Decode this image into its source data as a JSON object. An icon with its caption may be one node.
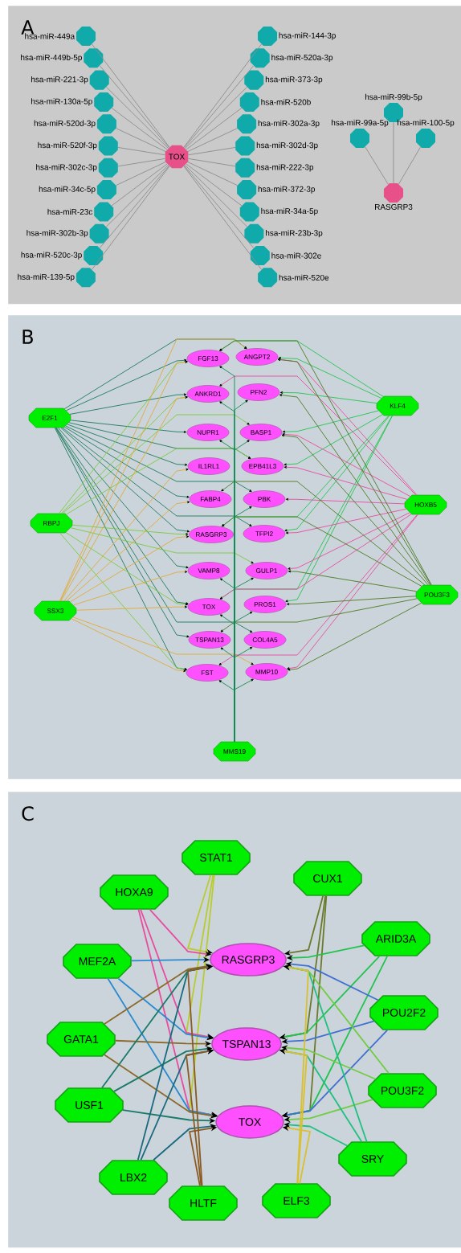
{
  "diagram": {
    "nodes": [
      {
        "text": [
          "A"
        ]
      },
      {
        "text": [
          "TOX"
        ],
        "in": 0
      },
      {
        "text": [
          "hsa-miR-144-3p"
        ],
        "in": 0
      },
      {
        "text": [
          "hsa-miR-449a"
        ],
        "in": 0
      },
      {
        "text": [
          "hsa-miR-520a-3p"
        ],
        "in": 0
      },
      {
        "text": [
          "hsa-miR-449b-5p"
        ],
        "in": 0
      },
      {
        "text": [
          "hsa-miR-373-3p"
        ],
        "in": 0
      },
      {
        "text": [
          "hsa-miR-221-3p"
        ],
        "in": 0
      },
      {
        "text": [
          "hsa-miR-130a-5p"
        ],
        "in": 0
      },
      {
        "text": [
          "hsa-miR-520b"
        ],
        "in": 0
      },
      {
        "text": [
          "hsa-miR-520d-3p"
        ],
        "in": 0
      },
      {
        "text": [
          "hsa-miR-520f-3p"
        ],
        "in": 0
      },
      {
        "text": [
          "hsa-miR-302a-3p"
        ],
        "in": 0
      },
      {
        "text": [
          "hsa-miR-302d-3p"
        ],
        "in": 0
      },
      {
        "text": [
          "hsa-miR-302c-3p"
        ],
        "in": 0
      },
      {
        "text": [
          "hsa-miR-222-3p"
        ],
        "in": 0
      },
      {
        "text": [
          "hsa-miR-34c-5p"
        ],
        "in": 0
      },
      {
        "text": [
          "hsa-miR-372-3p"
        ],
        "in": 0
      },
      {
        "text": [
          "hsa-miR-23c"
        ],
        "in": 0
      },
      {
        "text": [
          "hsa-miR-302b-3p"
        ],
        "in": 0
      },
      {
        "text": [
          "hsa-miR-34a-5p"
        ],
        "in": 0
      },
      {
        "text": [
          "hsa-miR-23b-3p"
        ],
        "in": 0
      },
      {
        "text": [
          "hsa-miR-520c-3p"
        ],
        "in": 0
      },
      {
        "text": [
          "hsa-miR-139-5p"
        ],
        "in": 0
      },
      {
        "text": [
          "hsa-miR-302e"
        ],
        "in": 0
      },
      {
        "text": [
          "hsa-miR-520e"
        ],
        "in": 0
      },
      {
        "text": [
          "RASGRP3"
        ],
        "in": 0
      },
      {
        "text": [
          "hsa-miR-99b-5p"
        ],
        "in": 0
      },
      {
        "text": [
          "hsa-miR-99a-5p"
        ],
        "in": 0
      },
      {
        "text": [
          "hsa-miR-100-5p"
        ],
        "in": 0
      },
      {
        "text": [
          "B"
        ]
      },
      {
        "text": [
          "FGF13"
        ],
        "in": 30
      },
      {
        "text": [
          "ANGPT2"
        ],
        "in": 30
      },
      {
        "text": [
          "ANKRD1"
        ],
        "in": 30
      },
      {
        "text": [
          "PFN2"
        ],
        "in": 30
      },
      {
        "text": [
          "KLF4"
        ],
        "in": 30
      },
      {
        "text": [
          "E2F1"
        ],
        "in": 30
      },
      {
        "text": [
          "NUPR1"
        ],
        "in": 30
      },
      {
        "text": [
          "BASP1"
        ],
        "in": 30
      },
      {
        "text": [
          "IL1RL1"
        ],
        "in": 30
      },
      {
        "text": [
          "EPB41L3"
        ],
        "in": 30
      },
      {
        "text": [
          "FABP4"
        ],
        "in": 30
      },
      {
        "text": [
          "PBK"
        ],
        "in": 30
      },
      {
        "text": [
          "HOXB5"
        ],
        "in": 30
      },
      {
        "text": [
          "RBPJ"
        ],
        "in": 30
      },
      {
        "text": [
          "RASGRP3"
        ],
        "in": 30
      },
      {
        "text": [
          "TFPI2"
        ],
        "in": 30
      },
      {
        "text": [
          "VAMP8"
        ],
        "in": 30
      },
      {
        "text": [
          "GULP1"
        ],
        "in": 30
      },
      {
        "text": [
          "POU3F3"
        ],
        "in": 30
      },
      {
        "text": [
          "TOX"
        ],
        "in": 30
      },
      {
        "text": [
          "PROS1"
        ],
        "in": 30
      },
      {
        "text": [
          "SSX3"
        ],
        "in": 30
      },
      {
        "text": [
          "TSPAN13"
        ],
        "in": 30
      },
      {
        "text": [
          "COL4A5"
        ],
        "in": 30
      },
      {
        "text": [
          "FST"
        ],
        "in": 30
      },
      {
        "text": [
          "MMP10"
        ],
        "in": 30
      },
      {
        "text": [
          "MMS19"
        ],
        "in": 30
      },
      {
        "text": [
          "C"
        ]
      },
      {
        "text": [
          "STAT1"
        ],
        "in": 58
      },
      {
        "text": [
          "CUX1"
        ],
        "in": 58
      },
      {
        "text": [
          "HOXA9"
        ],
        "in": 58
      },
      {
        "text": [
          "ARID3A"
        ],
        "in": 58
      },
      {
        "text": [
          "RASGRP3"
        ],
        "in": 58
      },
      {
        "text": [
          "MEF2A"
        ],
        "in": 58
      },
      {
        "text": [
          "POU2F2"
        ],
        "in": 58
      },
      {
        "text": [
          "GATA1"
        ],
        "in": 58
      },
      {
        "text": [
          "TSPAN13"
        ],
        "in": 58
      },
      {
        "text": [
          "POU3F2"
        ],
        "in": 58
      },
      {
        "text": [
          "USF1"
        ],
        "in": 58
      },
      {
        "text": [
          "TOX"
        ],
        "in": 58
      },
      {
        "text": [
          "SRY"
        ],
        "in": 58
      },
      {
        "text": [
          "LBX2"
        ],
        "in": 58
      },
      {
        "text": [
          "ELF3"
        ],
        "in": 58
      },
      {
        "text": [
          "HLTF"
        ],
        "in": 58
      }
    ],
    "edges": [
      {
        "from": 1,
        "to": 2,
        "arrow": "none"
      },
      {
        "from": 1,
        "to": 3,
        "arrow": "none"
      },
      {
        "from": 1,
        "to": 4,
        "arrow": "none"
      },
      {
        "from": 1,
        "to": 5,
        "arrow": "none"
      },
      {
        "from": 1,
        "to": 6,
        "arrow": "none"
      },
      {
        "from": 1,
        "to": 7,
        "arrow": "none"
      },
      {
        "from": 1,
        "to": 8,
        "arrow": "none"
      },
      {
        "from": 1,
        "to": 9,
        "arrow": "none"
      },
      {
        "from": 1,
        "to": 10,
        "arrow": "none"
      },
      {
        "from": 1,
        "to": 11,
        "arrow": "none"
      },
      {
        "from": 1,
        "to": 12,
        "arrow": "none"
      },
      {
        "from": 1,
        "to": 13,
        "arrow": "none"
      },
      {
        "from": 1,
        "to": 14,
        "arrow": "none"
      },
      {
        "from": 1,
        "to": 15,
        "arrow": "none"
      },
      {
        "from": 1,
        "to": 16,
        "arrow": "none"
      },
      {
        "from": 1,
        "to": 17,
        "arrow": "none"
      },
      {
        "from": 1,
        "to": 18,
        "arrow": "none"
      },
      {
        "from": 1,
        "to": 19,
        "arrow": "none"
      },
      {
        "from": 1,
        "to": 20,
        "arrow": "none"
      },
      {
        "from": 1,
        "to": 21,
        "arrow": "none"
      },
      {
        "from": 1,
        "to": 22,
        "arrow": "none"
      },
      {
        "from": 1,
        "to": 23,
        "arrow": "none"
      },
      {
        "from": 1,
        "to": 24,
        "arrow": "none"
      },
      {
        "from": 1,
        "to": 25,
        "arrow": "none"
      },
      {
        "from": 26,
        "to": 27,
        "arrow": "none"
      },
      {
        "from": 26,
        "to": 28,
        "arrow": "none"
      },
      {
        "from": 26,
        "to": 29,
        "arrow": "none"
      },
      {
        "from": 36,
        "to": 31,
        "arrow": "to",
        "color": "#1d7a5e"
      },
      {
        "from": 36,
        "to": 32,
        "arrow": "to",
        "color": "#1d7a5e"
      },
      {
        "from": 36,
        "to": 33,
        "arrow": "to",
        "color": "#1d7a5e"
      },
      {
        "from": 36,
        "to": 37,
        "arrow": "to",
        "color": "#1d7a5e"
      },
      {
        "from": 36,
        "to": 39,
        "arrow": "to",
        "color": "#1d7a5e"
      },
      {
        "from": 36,
        "to": 40,
        "arrow": "to",
        "color": "#1d7a5e"
      },
      {
        "from": 36,
        "to": 41,
        "arrow": "to",
        "color": "#1d7a5e"
      },
      {
        "from": 36,
        "to": 42,
        "arrow": "to",
        "color": "#1d7a5e"
      },
      {
        "from": 36,
        "to": 45,
        "arrow": "to",
        "color": "#1d7a5e"
      },
      {
        "from": 36,
        "to": 46,
        "arrow": "to",
        "color": "#1d7a5e"
      },
      {
        "from": 36,
        "to": 47,
        "arrow": "to",
        "color": "#1d7a5e"
      },
      {
        "from": 36,
        "to": 50,
        "arrow": "to",
        "color": "#1d7a5e"
      },
      {
        "from": 36,
        "to": 53,
        "arrow": "to",
        "color": "#1d7a5e"
      },
      {
        "from": 36,
        "to": 54,
        "arrow": "to",
        "color": "#1d7a5e"
      },
      {
        "from": 36,
        "to": 55,
        "arrow": "to",
        "color": "#1d7a5e"
      },
      {
        "from": 44,
        "to": 31,
        "arrow": "to",
        "color": "#78cc3c"
      },
      {
        "from": 44,
        "to": 33,
        "arrow": "to",
        "color": "#78cc3c"
      },
      {
        "from": 44,
        "to": 38,
        "arrow": "to",
        "color": "#78cc3c"
      },
      {
        "from": 44,
        "to": 40,
        "arrow": "to",
        "color": "#78cc3c"
      },
      {
        "from": 44,
        "to": 45,
        "arrow": "to",
        "color": "#78cc3c"
      },
      {
        "from": 44,
        "to": 48,
        "arrow": "to",
        "color": "#78cc3c"
      },
      {
        "from": 44,
        "to": 50,
        "arrow": "to",
        "color": "#78cc3c"
      },
      {
        "from": 44,
        "to": 55,
        "arrow": "to",
        "color": "#78cc3c"
      },
      {
        "from": 52,
        "to": 31,
        "arrow": "to",
        "color": "#e0aa3a"
      },
      {
        "from": 52,
        "to": 32,
        "arrow": "to",
        "color": "#e0aa3a"
      },
      {
        "from": 52,
        "to": 33,
        "arrow": "to",
        "color": "#e0aa3a"
      },
      {
        "from": 52,
        "to": 39,
        "arrow": "to",
        "color": "#e0aa3a"
      },
      {
        "from": 52,
        "to": 41,
        "arrow": "to",
        "color": "#e0aa3a"
      },
      {
        "from": 52,
        "to": 45,
        "arrow": "to",
        "color": "#e0aa3a"
      },
      {
        "from": 52,
        "to": 47,
        "arrow": "to",
        "color": "#e0aa3a"
      },
      {
        "from": 52,
        "to": 50,
        "arrow": "to",
        "color": "#e0aa3a"
      },
      {
        "from": 52,
        "to": 55,
        "arrow": "to",
        "color": "#e0aa3a"
      },
      {
        "from": 52,
        "to": 56,
        "arrow": "to",
        "color": "#e0aa3a"
      },
      {
        "from": 35,
        "to": 31,
        "arrow": "to",
        "color": "#22c450"
      },
      {
        "from": 35,
        "to": 32,
        "arrow": "to",
        "color": "#22c450"
      },
      {
        "from": 35,
        "to": 34,
        "arrow": "to",
        "color": "#22c450"
      },
      {
        "from": 35,
        "to": 38,
        "arrow": "to",
        "color": "#22c450"
      },
      {
        "from": 35,
        "to": 40,
        "arrow": "to",
        "color": "#22c450"
      },
      {
        "from": 35,
        "to": 45,
        "arrow": "to",
        "color": "#22c450"
      },
      {
        "from": 35,
        "to": 46,
        "arrow": "to",
        "color": "#22c450"
      },
      {
        "from": 35,
        "to": 50,
        "arrow": "to",
        "color": "#22c450"
      },
      {
        "from": 35,
        "to": 51,
        "arrow": "to",
        "color": "#22c450"
      },
      {
        "from": 43,
        "to": 32,
        "arrow": "to",
        "color": "#e84ca0"
      },
      {
        "from": 43,
        "to": 33,
        "arrow": "to",
        "color": "#e84ca0"
      },
      {
        "from": 43,
        "to": 38,
        "arrow": "to",
        "color": "#e84ca0"
      },
      {
        "from": 43,
        "to": 40,
        "arrow": "to",
        "color": "#e84ca0"
      },
      {
        "from": 43,
        "to": 42,
        "arrow": "to",
        "color": "#e84ca0"
      },
      {
        "from": 43,
        "to": 46,
        "arrow": "to",
        "color": "#e84ca0"
      },
      {
        "from": 43,
        "to": 48,
        "arrow": "to",
        "color": "#e84ca0"
      },
      {
        "from": 43,
        "to": 50,
        "arrow": "to",
        "color": "#e84ca0"
      },
      {
        "from": 43,
        "to": 55,
        "arrow": "to",
        "color": "#e84ca0"
      },
      {
        "from": 43,
        "to": 56,
        "arrow": "to",
        "color": "#e84ca0"
      },
      {
        "from": 49,
        "to": 31,
        "arrow": "to",
        "color": "#4a7a22"
      },
      {
        "from": 49,
        "to": 32,
        "arrow": "to",
        "color": "#4a7a22"
      },
      {
        "from": 49,
        "to": 34,
        "arrow": "to",
        "color": "#4a7a22"
      },
      {
        "from": 49,
        "to": 38,
        "arrow": "to",
        "color": "#4a7a22"
      },
      {
        "from": 49,
        "to": 41,
        "arrow": "to",
        "color": "#4a7a22"
      },
      {
        "from": 49,
        "to": 45,
        "arrow": "to",
        "color": "#4a7a22"
      },
      {
        "from": 49,
        "to": 48,
        "arrow": "to",
        "color": "#4a7a22"
      },
      {
        "from": 49,
        "to": 51,
        "arrow": "to",
        "color": "#4a7a22"
      },
      {
        "from": 49,
        "to": 53,
        "arrow": "to",
        "color": "#4a7a22"
      },
      {
        "from": 49,
        "to": 56,
        "arrow": "to",
        "color": "#4a7a22"
      },
      {
        "from": 57,
        "to": 31,
        "arrow": "to",
        "color": "#108a50"
      },
      {
        "from": 57,
        "to": 33,
        "arrow": "to",
        "color": "#108a50"
      },
      {
        "from": 57,
        "to": 34,
        "arrow": "to",
        "color": "#108a50"
      },
      {
        "from": 57,
        "to": 37,
        "arrow": "to",
        "color": "#108a50"
      },
      {
        "from": 57,
        "to": 38,
        "arrow": "to",
        "color": "#108a50"
      },
      {
        "from": 57,
        "to": 42,
        "arrow": "to",
        "color": "#108a50"
      },
      {
        "from": 57,
        "to": 47,
        "arrow": "to",
        "color": "#108a50"
      },
      {
        "from": 57,
        "to": 48,
        "arrow": "to",
        "color": "#108a50"
      },
      {
        "from": 57,
        "to": 50,
        "arrow": "to",
        "color": "#108a50"
      },
      {
        "from": 57,
        "to": 51,
        "arrow": "to",
        "color": "#108a50"
      },
      {
        "from": 57,
        "to": 53,
        "arrow": "to",
        "color": "#108a50"
      },
      {
        "from": 57,
        "to": 54,
        "arrow": "to",
        "color": "#108a50"
      },
      {
        "from": 57,
        "to": 55,
        "arrow": "to",
        "color": "#108a50"
      },
      {
        "from": 57,
        "to": 56,
        "arrow": "to",
        "color": "#108a50"
      },
      {
        "from": 59,
        "to": 63,
        "arrow": "to",
        "color": "#b8cc30"
      },
      {
        "from": 59,
        "to": 67,
        "arrow": "to",
        "color": "#b8cc30"
      },
      {
        "from": 59,
        "to": 70,
        "arrow": "to",
        "color": "#b8cc30"
      },
      {
        "from": 60,
        "to": 63,
        "arrow": "to",
        "color": "#6a7a2a"
      },
      {
        "from": 60,
        "to": 67,
        "arrow": "to",
        "color": "#6a7a2a"
      },
      {
        "from": 60,
        "to": 70,
        "arrow": "to",
        "color": "#6a7a2a"
      },
      {
        "from": 61,
        "to": 63,
        "arrow": "to",
        "color": "#e84ca0"
      },
      {
        "from": 61,
        "to": 67,
        "arrow": "to",
        "color": "#e84ca0"
      },
      {
        "from": 61,
        "to": 70,
        "arrow": "to",
        "color": "#e84ca0"
      },
      {
        "from": 62,
        "to": 63,
        "arrow": "to",
        "color": "#22c450"
      },
      {
        "from": 62,
        "to": 67,
        "arrow": "to",
        "color": "#22c450"
      },
      {
        "from": 62,
        "to": 70,
        "arrow": "to",
        "color": "#22c450"
      },
      {
        "from": 64,
        "to": 63,
        "arrow": "to",
        "color": "#2a8ad0"
      },
      {
        "from": 64,
        "to": 67,
        "arrow": "to",
        "color": "#2a8ad0"
      },
      {
        "from": 64,
        "to": 70,
        "arrow": "to",
        "color": "#2a8ad0"
      },
      {
        "from": 65,
        "to": 63,
        "arrow": "to",
        "color": "#4070d0"
      },
      {
        "from": 65,
        "to": 67,
        "arrow": "to",
        "color": "#4070d0"
      },
      {
        "from": 65,
        "to": 70,
        "arrow": "to",
        "color": "#4070d0"
      },
      {
        "from": 66,
        "to": 63,
        "arrow": "to",
        "color": "#8a6a2a"
      },
      {
        "from": 66,
        "to": 67,
        "arrow": "to",
        "color": "#8a6a2a"
      },
      {
        "from": 66,
        "to": 70,
        "arrow": "to",
        "color": "#8a6a2a"
      },
      {
        "from": 68,
        "to": 63,
        "arrow": "to",
        "color": "#70cc40"
      },
      {
        "from": 68,
        "to": 67,
        "arrow": "to",
        "color": "#70cc40"
      },
      {
        "from": 68,
        "to": 70,
        "arrow": "to",
        "color": "#70cc40"
      },
      {
        "from": 69,
        "to": 63,
        "arrow": "to",
        "color": "#1a7a6a"
      },
      {
        "from": 69,
        "to": 67,
        "arrow": "to",
        "color": "#1a7a6a"
      },
      {
        "from": 69,
        "to": 70,
        "arrow": "to",
        "color": "#1a7a6a"
      },
      {
        "from": 71,
        "to": 63,
        "arrow": "to",
        "color": "#20c080"
      },
      {
        "from": 71,
        "to": 67,
        "arrow": "to",
        "color": "#20c080"
      },
      {
        "from": 71,
        "to": 70,
        "arrow": "to",
        "color": "#20c080"
      },
      {
        "from": 72,
        "to": 63,
        "arrow": "to",
        "color": "#1a6a80"
      },
      {
        "from": 72,
        "to": 67,
        "arrow": "to",
        "color": "#1a6a80"
      },
      {
        "from": 72,
        "to": 70,
        "arrow": "to",
        "color": "#1a6a80"
      },
      {
        "from": 73,
        "to": 63,
        "arrow": "to",
        "color": "#d8c030"
      },
      {
        "from": 73,
        "to": 67,
        "arrow": "to",
        "color": "#d8c030"
      },
      {
        "from": 73,
        "to": 70,
        "arrow": "to",
        "color": "#d8c030"
      },
      {
        "from": 74,
        "to": 63,
        "arrow": "to",
        "color": "#8a5a20"
      },
      {
        "from": 74,
        "to": 67,
        "arrow": "to",
        "color": "#8a5a20"
      },
      {
        "from": 74,
        "to": 70,
        "arrow": "to",
        "color": "#8a5a20"
      }
    ]
  }
}
